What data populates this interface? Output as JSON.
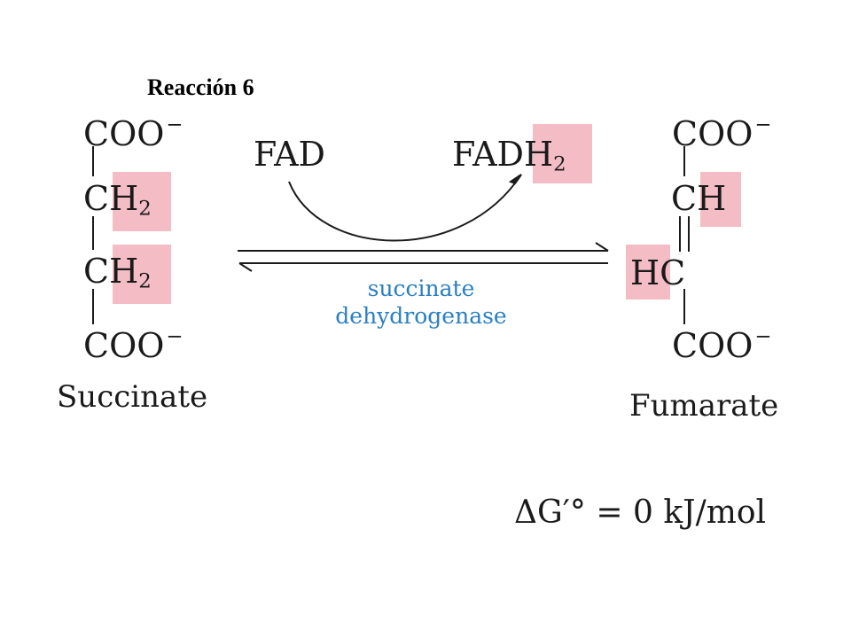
{
  "title": "Reacción 6",
  "succinate": {
    "groups": [
      "COO",
      "CH",
      "CH",
      "COO"
    ],
    "charge": "−",
    "subscript": "2",
    "name": "Succinate"
  },
  "fumarate": {
    "groups": [
      "COO",
      "CH",
      "HC",
      "COO"
    ],
    "charge": "−",
    "name": "Fumarate"
  },
  "cofactor": {
    "substrate": "FAD",
    "product_prefix": "FAD",
    "product_suffix": "H",
    "product_subscript": "2"
  },
  "enzyme": {
    "line1": "succinate",
    "line2": "dehydrogenase"
  },
  "delta_g": {
    "prefix": "ΔG′° = 0 kJ/mol"
  },
  "colors": {
    "highlight": "#f4bcc4",
    "enzyme": "#2a7fc1",
    "ink": "#1a1a1a"
  }
}
